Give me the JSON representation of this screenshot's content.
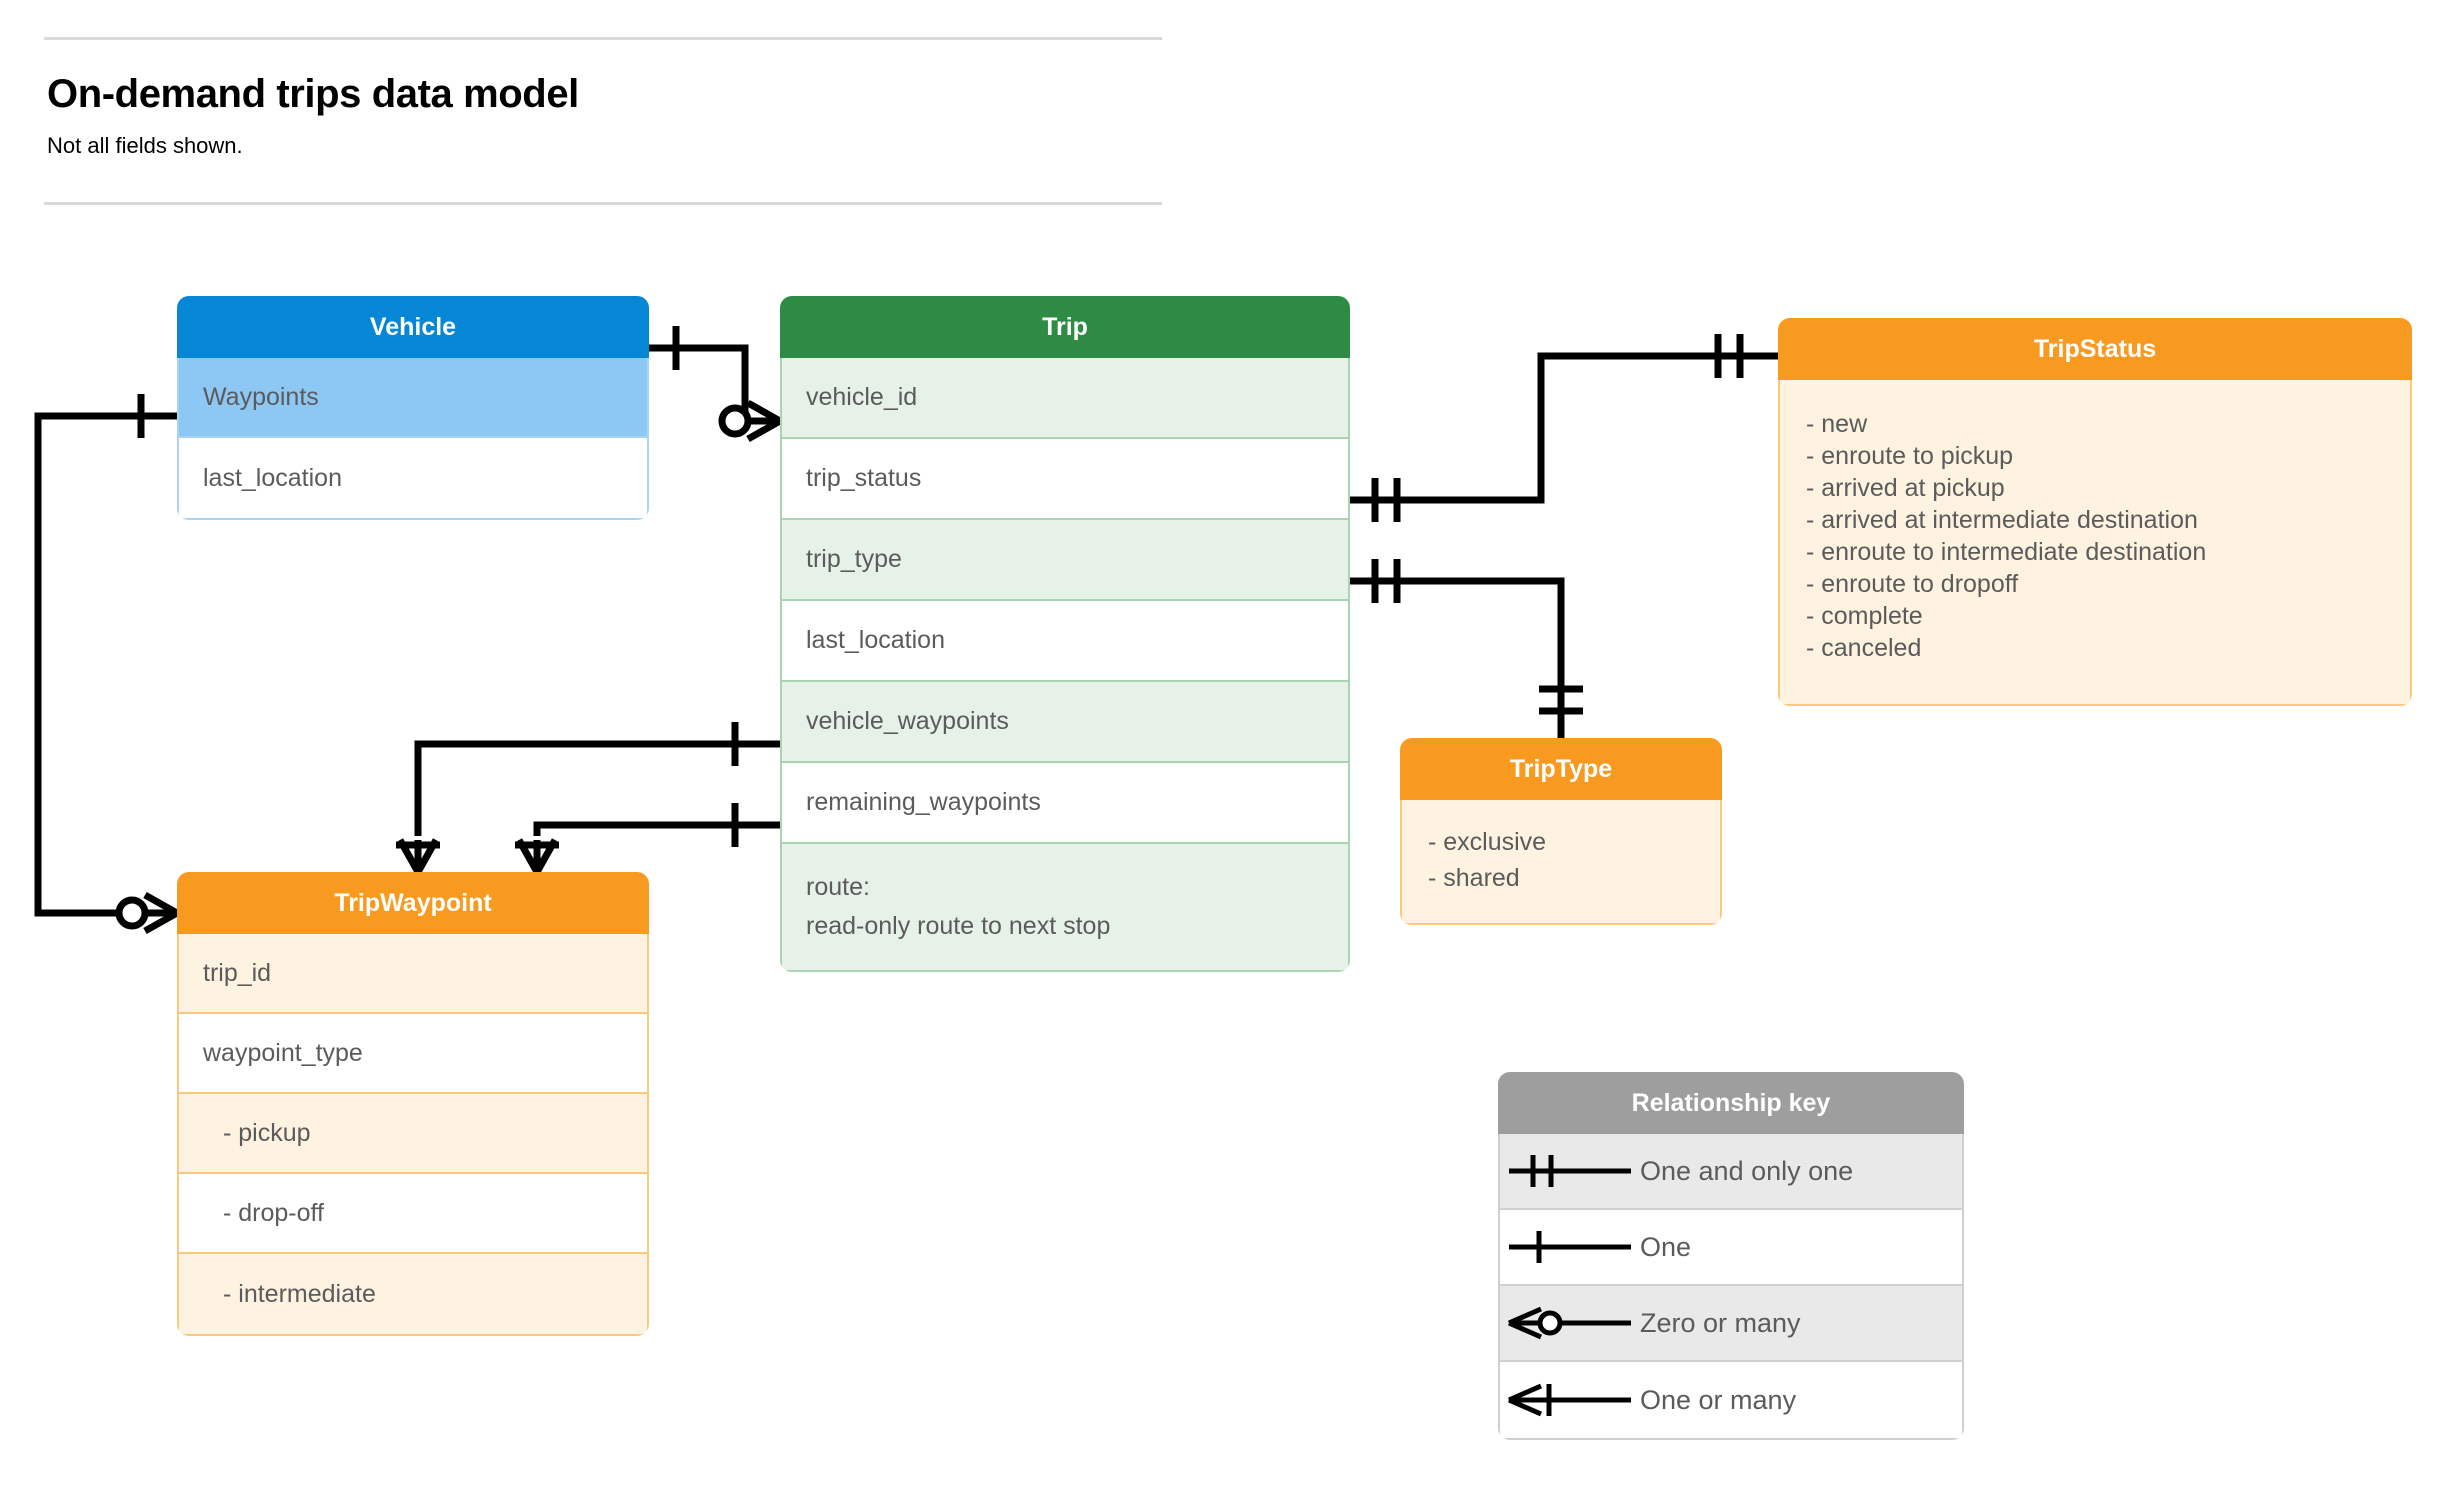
{
  "header": {
    "title": "On-demand trips data model",
    "subtitle": "Not all fields shown."
  },
  "entities": {
    "vehicle": {
      "name": "Vehicle",
      "header_color": "#0587d6",
      "fields": [
        {
          "label": "Waypoints"
        },
        {
          "label": "last_location"
        }
      ]
    },
    "trip": {
      "name": "Trip",
      "header_color": "#2d8b43",
      "fields": [
        {
          "label": "vehicle_id"
        },
        {
          "label": "trip_status"
        },
        {
          "label": "trip_type"
        },
        {
          "label": "last_location"
        },
        {
          "label": "vehicle_waypoints"
        },
        {
          "label": "remaining_waypoints"
        }
      ],
      "route_label": "route:",
      "route_desc": "read-only route to next stop"
    },
    "tripwaypoint": {
      "name": "TripWaypoint",
      "header_color": "#f89a20",
      "fields": [
        {
          "label": "trip_id"
        },
        {
          "label": "waypoint_type"
        },
        {
          "label": "-  pickup"
        },
        {
          "label": "-  drop-off"
        },
        {
          "label": "-  intermediate"
        }
      ]
    },
    "triptype": {
      "name": "TripType",
      "header_color": "#f89a20",
      "values": [
        "- exclusive",
        "- shared"
      ]
    },
    "tripstatus": {
      "name": "TripStatus",
      "header_color": "#f89a20",
      "values": [
        "- new",
        "- enroute to pickup",
        "- arrived at pickup",
        "- arrived at intermediate destination",
        "- enroute to intermediate destination",
        "- enroute to dropoff",
        "- complete",
        "- canceled"
      ]
    }
  },
  "legend": {
    "title": "Relationship key",
    "rows": [
      {
        "symbol": "one-and-only-one",
        "label": "One and only one"
      },
      {
        "symbol": "one",
        "label": "One"
      },
      {
        "symbol": "zero-or-many",
        "label": "Zero or many"
      },
      {
        "symbol": "one-or-many",
        "label": "One or many"
      }
    ]
  },
  "relationships": [
    {
      "from": "Vehicle",
      "from_cardinality": "one",
      "to": "Trip.vehicle_id",
      "to_cardinality": "zero-or-many"
    },
    {
      "from": "Vehicle.Waypoints",
      "from_cardinality": "one",
      "to": "TripWaypoint",
      "to_cardinality": "zero-or-many"
    },
    {
      "from": "Trip.trip_status",
      "from_cardinality": "one-and-only-one",
      "to": "TripStatus",
      "to_cardinality": "one-and-only-one"
    },
    {
      "from": "Trip.trip_type",
      "from_cardinality": "one-and-only-one",
      "to": "TripType",
      "to_cardinality": "one-and-only-one"
    },
    {
      "from": "Trip.vehicle_waypoints",
      "from_cardinality": "one",
      "to": "TripWaypoint",
      "to_cardinality": "one-or-many"
    },
    {
      "from": "Trip.remaining_waypoints",
      "from_cardinality": "one",
      "to": "TripWaypoint",
      "to_cardinality": "one-or-many"
    }
  ]
}
